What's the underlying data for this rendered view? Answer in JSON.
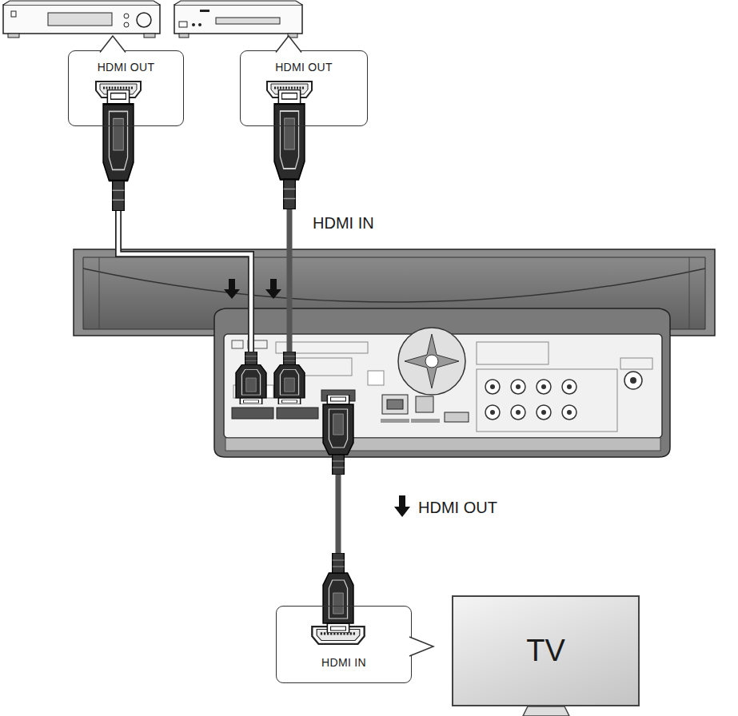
{
  "diagram": {
    "nodes": [
      {
        "text": [
          "HDMI OUT"
        ]
      },
      {
        "text": [
          "HDMI OUT"
        ]
      },
      {
        "text": [
          "HDMI IN"
        ]
      },
      {
        "text": [
          "TV"
        ]
      }
    ],
    "labels": [
      "HDMI IN",
      "HDMI OUT"
    ]
  }
}
